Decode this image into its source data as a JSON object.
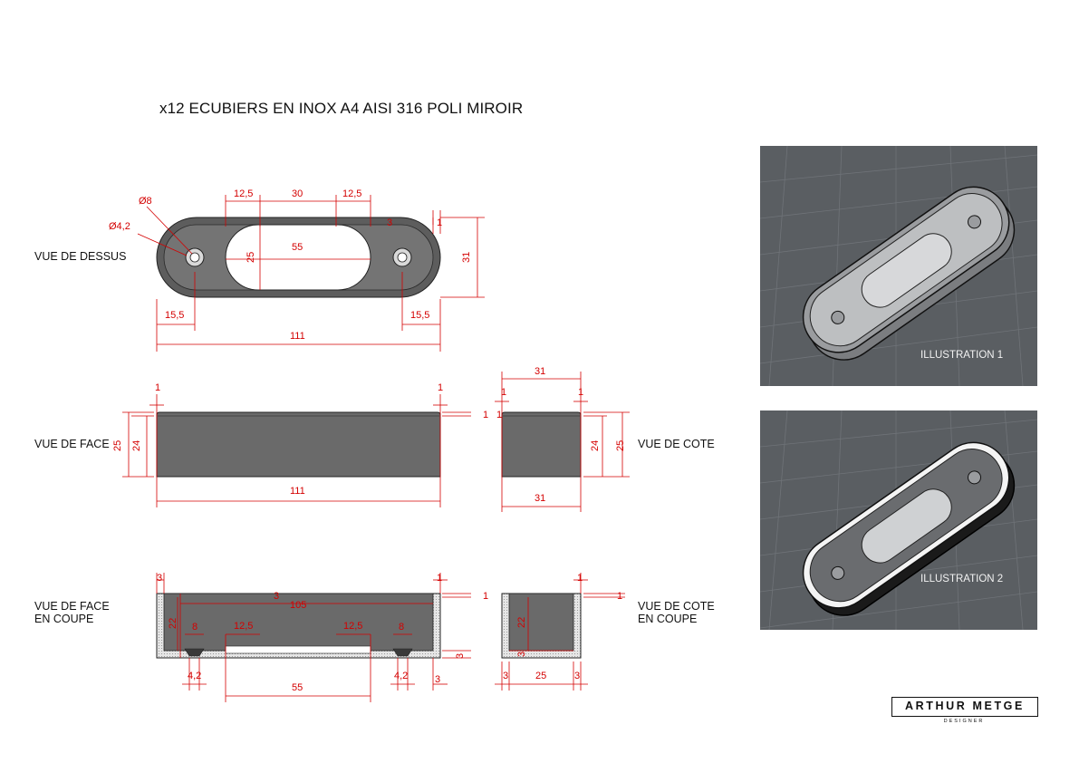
{
  "title": "x12 ECUBIERS EN INOX A4 AISI 316 POLI MIROIR",
  "views": {
    "top": "VUE DE DESSUS",
    "front": "VUE DE FACE",
    "side": "VUE DE COTE",
    "front_section": [
      "VUE DE FACE",
      "EN COUPE"
    ],
    "side_section": [
      "VUE DE COTE",
      "EN COUPE"
    ]
  },
  "dims_top": {
    "hole_outer": "Ø8",
    "hole_inner": "Ø4,2",
    "top_a": "12,5",
    "top_b": "30",
    "top_c": "12,5",
    "slot_len": "55",
    "slot_w": "25",
    "wall": "3",
    "edge": "1",
    "height": "31",
    "left_off": "15,5",
    "right_off": "15,5",
    "length": "111"
  },
  "dims_front": {
    "left_edge": "1",
    "right_edge": "1",
    "side_edge": "1",
    "h_outer": "25",
    "h_inner": "24",
    "length": "111"
  },
  "dims_side": {
    "width_top": "31",
    "left_edge": "1",
    "right_edge": "1",
    "side_edge": "1",
    "h_inner": "24",
    "h_outer": "25",
    "width": "31"
  },
  "dims_section": {
    "wall_l": "3",
    "edge_r": "1",
    "edge_side": "1",
    "inner_top": "3",
    "inner_len": "105",
    "h22": "22",
    "c8a": "8",
    "c125a": "12,5",
    "c125b": "12,5",
    "c8b": "8",
    "base": "3",
    "hole_l": "4,2",
    "hole_r": "4,2",
    "slot": "55",
    "wall_r": "3"
  },
  "dims_side_section": {
    "edge_top": "1",
    "edge_side": "1",
    "h22": "22",
    "base": "3",
    "wall_l": "3",
    "inner": "25",
    "wall_r": "3"
  },
  "illustrations": {
    "one": "ILLUSTRATION 1",
    "two": "ILLUSTRATION 2"
  },
  "logo": {
    "name": "ARTHUR METGE",
    "sub": "DESIGNER"
  },
  "colors": {
    "dimension": "#d40000",
    "part_fill": "#6d6d6d",
    "render_bg": "#5a5e62"
  }
}
